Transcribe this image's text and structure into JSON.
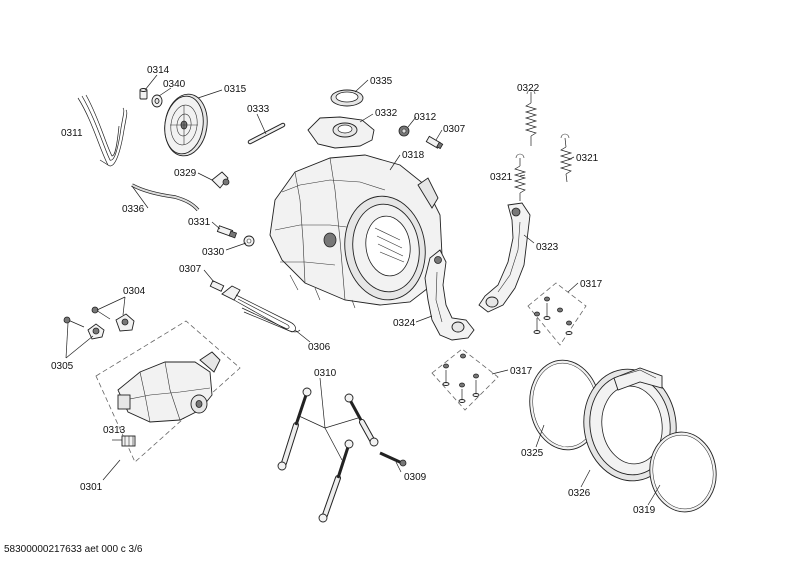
{
  "labels": {
    "p0311": "0311",
    "p0314": "0314",
    "p0340": "0340",
    "p0315": "0315",
    "p0333": "0333",
    "p0335": "0335",
    "p0332": "0332",
    "p0312": "0312",
    "p0307a": "0307",
    "p0318": "0318",
    "p0322": "0322",
    "p0321a": "0321",
    "p0321b": "0321",
    "p0329": "0329",
    "p0336": "0336",
    "p0331": "0331",
    "p0330": "0330",
    "p0307b": "0307",
    "p0304": "0304",
    "p0305": "0305",
    "p0306": "0306",
    "p0323": "0323",
    "p0324": "0324",
    "p0317a": "0317",
    "p0317b": "0317",
    "p0310": "0310",
    "p0313": "0313",
    "p0301": "0301",
    "p0309": "0309",
    "p0325": "0325",
    "p0326": "0326",
    "p0319": "0319"
  },
  "footer": "58300000217633 aet 000 c 3/6"
}
